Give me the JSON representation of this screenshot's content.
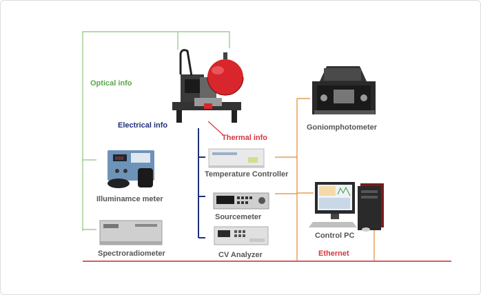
{
  "labels": {
    "optical": "Optical info",
    "electrical": "Electrical info",
    "thermal": "Thermal info",
    "goniophotometer": "Goniomphotometer",
    "temperature_controller": "Temperature Controller",
    "illuminance_meter": "Illuminamce meter",
    "sourcemeter": "Sourcemeter",
    "control_pc": "Control PC",
    "spectroradiometer": "Spectroradiometer",
    "cv_analyzer": "CV Analyzer",
    "ethernet": "Ethernet"
  },
  "colors": {
    "optical": "#7fbf6a",
    "electrical": "#1f2f7a",
    "thermal": "#d8343c",
    "network": "#e08a2e",
    "ethernet": "#c0282f"
  }
}
